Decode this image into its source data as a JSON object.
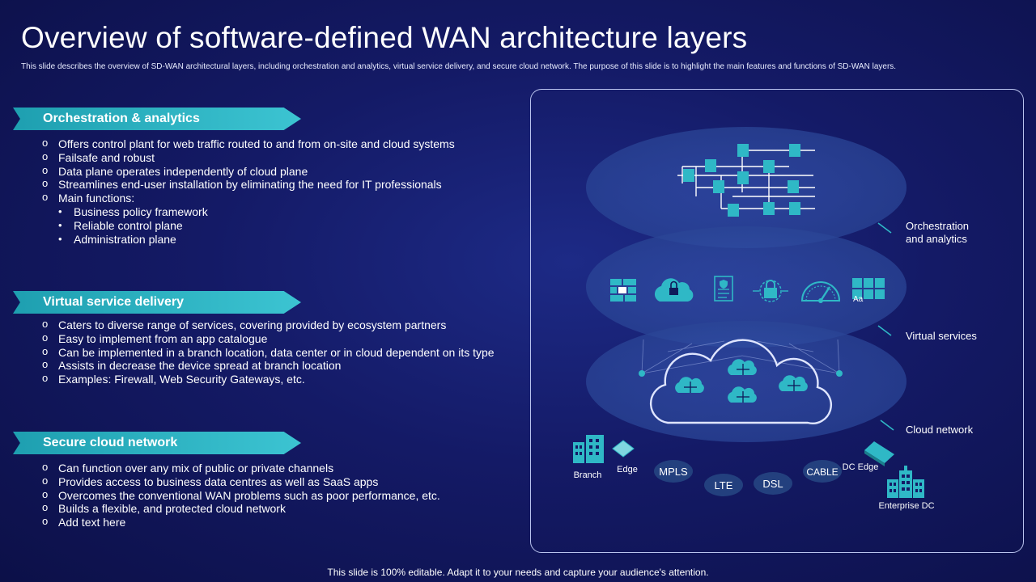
{
  "title": "Overview of software-defined WAN architecture layers",
  "subtitle": "This slide describes the overview of SD-WAN architectural layers, including orchestration and analytics, virtual service delivery, and secure cloud network. The purpose of this slide is to highlight the main  features and functions of SD-WAN layers.",
  "sections": [
    {
      "heading": "Orchestration & analytics",
      "bullets": [
        "Offers control plant for web traffic routed to and from on-site and cloud systems",
        "Failsafe and robust",
        "Data plane operates independently of cloud plane",
        "Streamlines end-user installation by eliminating the need for IT professionals",
        "Main functions:"
      ],
      "sub_bullets": [
        "Business policy framework",
        "Reliable control plane",
        "Administration plane"
      ]
    },
    {
      "heading": "Virtual service delivery",
      "bullets": [
        "Caters to diverse range of services, covering provided by ecosystem partners",
        "Easy to implement from an app catalogue",
        "Can be implemented in a branch location, data center or in cloud dependent on its type",
        "Assists in decrease the device spread at branch location",
        "Examples: Firewall, Web Security Gateways, etc."
      ]
    },
    {
      "heading": "Secure cloud network",
      "bullets": [
        "Can function over any mix of public or private channels",
        "Provides access to business data centres as well  as SaaS apps",
        "Overcomes the conventional WAN problems such as poor performance, etc.",
        "Builds a flexible, and protected cloud network",
        "Add text here"
      ]
    }
  ],
  "diagram": {
    "layer_labels": {
      "orchestration_line1": "Orchestration",
      "orchestration_line2": "and analytics",
      "virtual": "Virtual services",
      "cloud": "Cloud network"
    },
    "nodes": {
      "branch": "Branch",
      "edge": "Edge",
      "mpls": "MPLS",
      "lte": "LTE",
      "dsl": "DSL",
      "cable": "CABLE",
      "dc_edge": "DC Edge",
      "enterprise_dc": "Enterprise DC"
    },
    "icon_text_aa": "Aa",
    "colors": {
      "accent": "#2fb8c6",
      "layer": "#2b4aa0",
      "background": "#141a66"
    }
  },
  "footer": "This slide is 100% editable. Adapt it to your needs and capture your audience's attention."
}
